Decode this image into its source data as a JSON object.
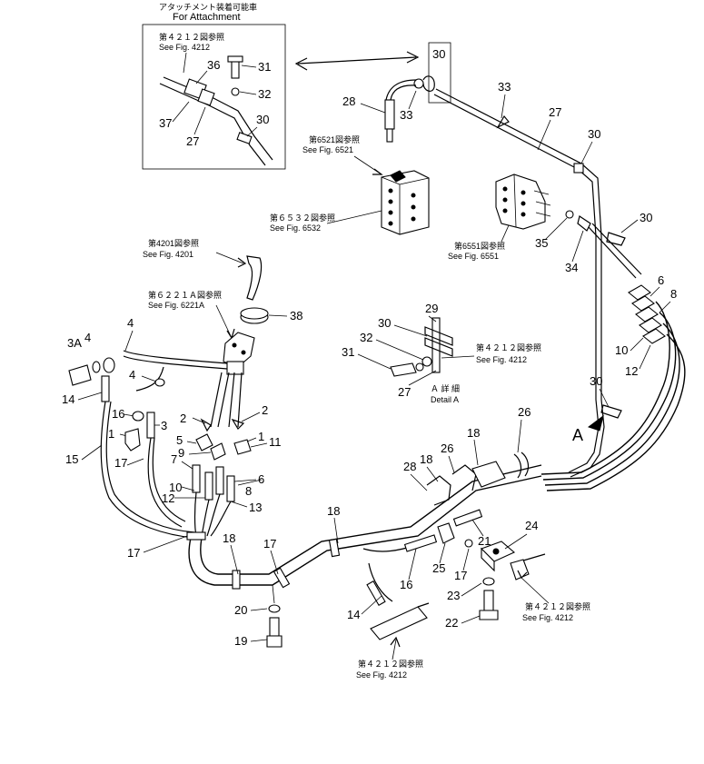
{
  "attachment_box": {
    "title_jp": "アタッチメント装着可能車",
    "title_en": "For Attachment"
  },
  "references": [
    {
      "jp": "第４２１２図参照",
      "en": "See Fig. 4212"
    },
    {
      "jp": "第6521図参照",
      "en": "See Fig. 6521"
    },
    {
      "jp": "第６５３２図参照",
      "en": "See Fig. 6532"
    },
    {
      "jp": "第6551図参照",
      "en": "See Fig. 6551"
    },
    {
      "jp": "第4201図参照",
      "en": "See Fig. 4201"
    },
    {
      "jp": "第６２２１Ａ図参照",
      "en": "See Fig. 6221A"
    },
    {
      "jp": "第４２１２図参照",
      "en": "See Fig. 4212"
    },
    {
      "jp": "第４２１２図参照",
      "en": "See Fig. 4212"
    },
    {
      "jp": "第４２１２図参照",
      "en": "See Fig. 4212"
    }
  ],
  "detail": {
    "jp": "Ａ 詳 細",
    "en": "Detail A",
    "view_letter": "A"
  },
  "callouts": [
    "36",
    "31",
    "32",
    "37",
    "27",
    "30",
    "30",
    "28",
    "33",
    "33",
    "27",
    "30",
    "30",
    "35",
    "34",
    "6",
    "8",
    "10",
    "12",
    "30",
    "38",
    "29",
    "30",
    "32",
    "31",
    "27",
    "3A",
    "4",
    "4",
    "4",
    "14",
    "2",
    "2",
    "16",
    "3",
    "1",
    "5",
    "1",
    "9",
    "11",
    "7",
    "6",
    "10",
    "8",
    "12",
    "13",
    "15",
    "17",
    "17",
    "26",
    "18",
    "26",
    "18",
    "28",
    "21",
    "24",
    "25",
    "17",
    "18",
    "18",
    "20",
    "19",
    "14",
    "23",
    "22",
    "16"
  ],
  "colors": {
    "ink": "#000000",
    "paper": "#ffffff"
  }
}
